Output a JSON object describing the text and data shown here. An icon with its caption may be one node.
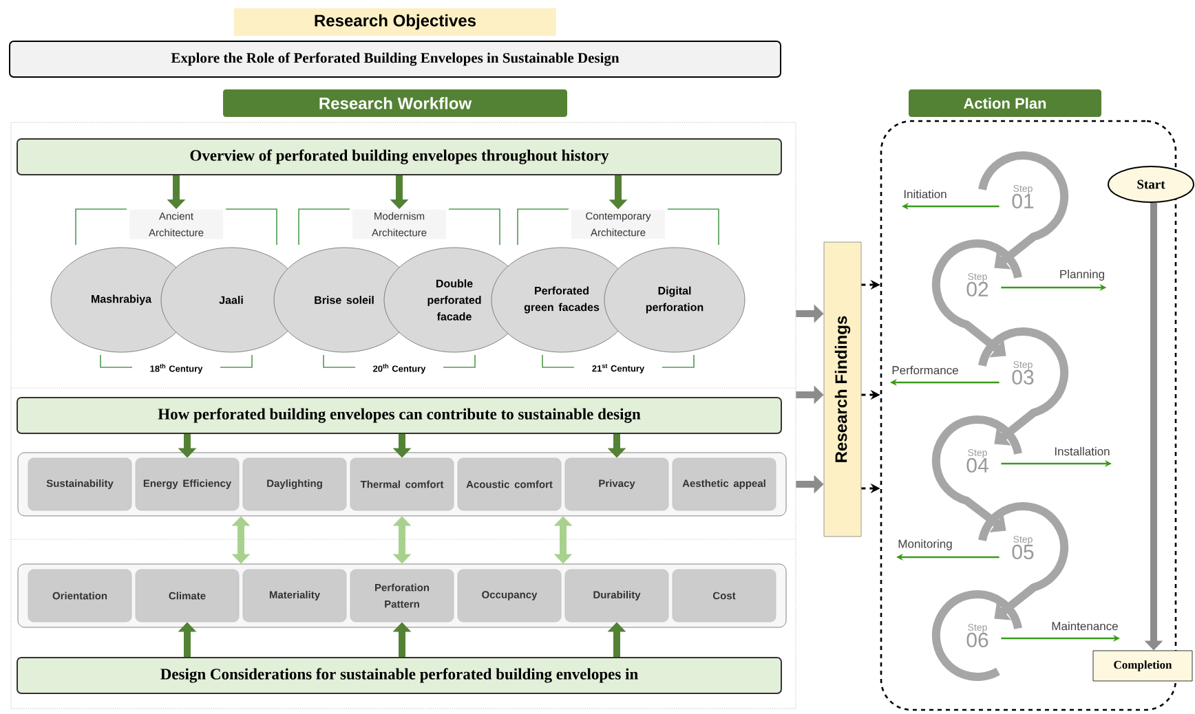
{
  "diagram": {
    "nodes": [
      {
        "text": [
          "Research Objectives"
        ]
      },
      {
        "text": [
          "Explore the Role of Perforated Building Envelopes in Sustainable Design"
        ]
      },
      {
        "text": [
          "Research Workflow"
        ]
      },
      {
        "text": [],
        "shape": "box"
      },
      {
        "text": [
          "Overview of perforated building envelopes throughout history"
        ],
        "in": 3
      },
      {
        "text": [
          "Ancient Architecture"
        ],
        "in": 3
      },
      {
        "text": [
          "Mashrabiya"
        ],
        "in": 3
      },
      {
        "text": [
          "Jaali"
        ],
        "in": 3
      },
      {
        "text": [
          "Modernism Architecture"
        ],
        "in": 3
      },
      {
        "text": [
          "Brise soleil"
        ],
        "in": 3
      },
      {
        "text": [
          "Double perforated facade"
        ],
        "in": 3
      },
      {
        "text": [
          "Contemporary Architecture"
        ],
        "in": 3
      },
      {
        "text": [
          "Perforated green facades"
        ],
        "in": 3
      },
      {
        "text": [
          "Digital perforation"
        ],
        "in": 3
      },
      {
        "text": [
          "How perforated building envelopes can contribute to sustainable design"
        ],
        "in": 3
      },
      {
        "text": [],
        "shape": "box",
        "in": 3
      },
      {
        "text": [
          "Sustainability"
        ],
        "in": 15
      },
      {
        "text": [
          "Energy Efficiency"
        ],
        "in": 15
      },
      {
        "text": [
          "Daylighting"
        ],
        "in": 15
      },
      {
        "text": [
          "Thermal comfort"
        ],
        "in": 15
      },
      {
        "text": [
          "Acoustic comfort"
        ],
        "in": 15
      },
      {
        "text": [
          "Privacy"
        ],
        "in": 15
      },
      {
        "text": [
          "Aesthetic appeal"
        ],
        "in": 15
      },
      {
        "text": [],
        "shape": "box",
        "in": 3
      },
      {
        "text": [
          "Orientation"
        ],
        "in": 23
      },
      {
        "text": [
          "Climate"
        ],
        "in": 23
      },
      {
        "text": [
          "Materiality"
        ],
        "in": 23
      },
      {
        "text": [
          "Perforation Pattern"
        ],
        "in": 23
      },
      {
        "text": [
          "Occupancy"
        ],
        "in": 23
      },
      {
        "text": [
          "Durability"
        ],
        "in": 23
      },
      {
        "text": [
          "Cost"
        ],
        "in": 23
      },
      {
        "text": [
          "Design Considerations for sustainable perforated building envelopes in"
        ],
        "in": 3
      },
      {
        "text": [
          "Research Findings"
        ]
      },
      {
        "text": [
          "Action Plan"
        ]
      },
      {
        "text": [],
        "shape": "box"
      },
      {
        "text": [
          "Step",
          "01"
        ],
        "in": 34
      },
      {
        "text": [
          "Step",
          "02"
        ],
        "in": 34
      },
      {
        "text": [
          "Step",
          "03"
        ],
        "in": 34
      },
      {
        "text": [
          "Step",
          "04"
        ],
        "in": 34
      },
      {
        "text": [
          "Step",
          "05"
        ],
        "in": 34
      },
      {
        "text": [
          "Step",
          "06"
        ],
        "in": 34
      },
      {
        "text": [
          "Start"
        ]
      },
      {
        "text": [
          "Completion"
        ]
      },
      {
        "text": [
          "Initiation"
        ],
        "in": 34
      },
      {
        "text": [
          "Planning"
        ],
        "in": 34
      },
      {
        "text": [
          "Performance"
        ],
        "in": 34
      },
      {
        "text": [
          "Installation"
        ],
        "in": 34
      },
      {
        "text": [
          "Monitoring"
        ],
        "in": 34
      },
      {
        "text": [
          "Maintenance"
        ],
        "in": 34
      }
    ],
    "edges": [
      {
        "from": 4,
        "to": 5,
        "arrow": "to"
      },
      {
        "from": 4,
        "to": 8,
        "arrow": "to"
      },
      {
        "from": 4,
        "to": 11,
        "arrow": "to"
      },
      {
        "from": 14,
        "to": 17,
        "arrow": "to"
      },
      {
        "from": 14,
        "to": 19,
        "arrow": "to"
      },
      {
        "from": 14,
        "to": 21,
        "arrow": "to"
      },
      {
        "from": 15,
        "to": 23,
        "arrow": "both",
        "color": "#a9d18e"
      },
      {
        "from": 15,
        "to": 23,
        "arrow": "both",
        "color": "#a9d18e"
      },
      {
        "from": 15,
        "to": 23,
        "arrow": "both",
        "color": "#a9d18e"
      },
      {
        "from": 31,
        "to": 25,
        "arrow": "to"
      },
      {
        "from": 31,
        "to": 27,
        "arrow": "to"
      },
      {
        "from": 31,
        "to": 29,
        "arrow": "to"
      },
      {
        "from": 3,
        "to": 32,
        "arrow": "to",
        "color": "#8c8c8c"
      },
      {
        "from": 3,
        "to": 32,
        "arrow": "to",
        "color": "#8c8c8c"
      },
      {
        "from": 3,
        "to": 32,
        "arrow": "to",
        "color": "#8c8c8c"
      },
      {
        "from": 32,
        "to": 34,
        "arrow": "to",
        "style": "dashed",
        "color": "#000000"
      },
      {
        "from": 32,
        "to": 34,
        "arrow": "to",
        "style": "dashed",
        "color": "#000000"
      },
      {
        "from": 32,
        "to": 34,
        "arrow": "to",
        "style": "dashed",
        "color": "#000000"
      },
      {
        "from": 41,
        "to": 42,
        "arrow": "to",
        "color": "#8c8c8c"
      },
      {
        "from": 35,
        "to": 36,
        "arrow": "to",
        "color": "#a6a6a6"
      },
      {
        "from": 36,
        "to": 37,
        "arrow": "to",
        "color": "#a6a6a6"
      },
      {
        "from": 37,
        "to": 38,
        "arrow": "to",
        "color": "#a6a6a6"
      },
      {
        "from": 38,
        "to": 39,
        "arrow": "to",
        "color": "#a6a6a6"
      },
      {
        "from": 39,
        "to": 40,
        "arrow": "to",
        "color": "#a6a6a6"
      },
      {
        "from": 35,
        "to": 43,
        "arrow": "to",
        "color": "#3a9a1a"
      },
      {
        "from": 36,
        "to": 44,
        "arrow": "to",
        "color": "#3a9a1a"
      },
      {
        "from": 37,
        "to": 45,
        "arrow": "to",
        "color": "#3a9a1a"
      },
      {
        "from": 38,
        "to": 46,
        "arrow": "to",
        "color": "#3a9a1a"
      },
      {
        "from": 39,
        "to": 47,
        "arrow": "to",
        "color": "#3a9a1a"
      },
      {
        "from": 40,
        "to": 48,
        "arrow": "to",
        "color": "#3a9a1a"
      }
    ],
    "labels": [
      "18$^{th}$ Century",
      "20$^{th}$ Century",
      "21$^{st}$ Century"
    ]
  }
}
